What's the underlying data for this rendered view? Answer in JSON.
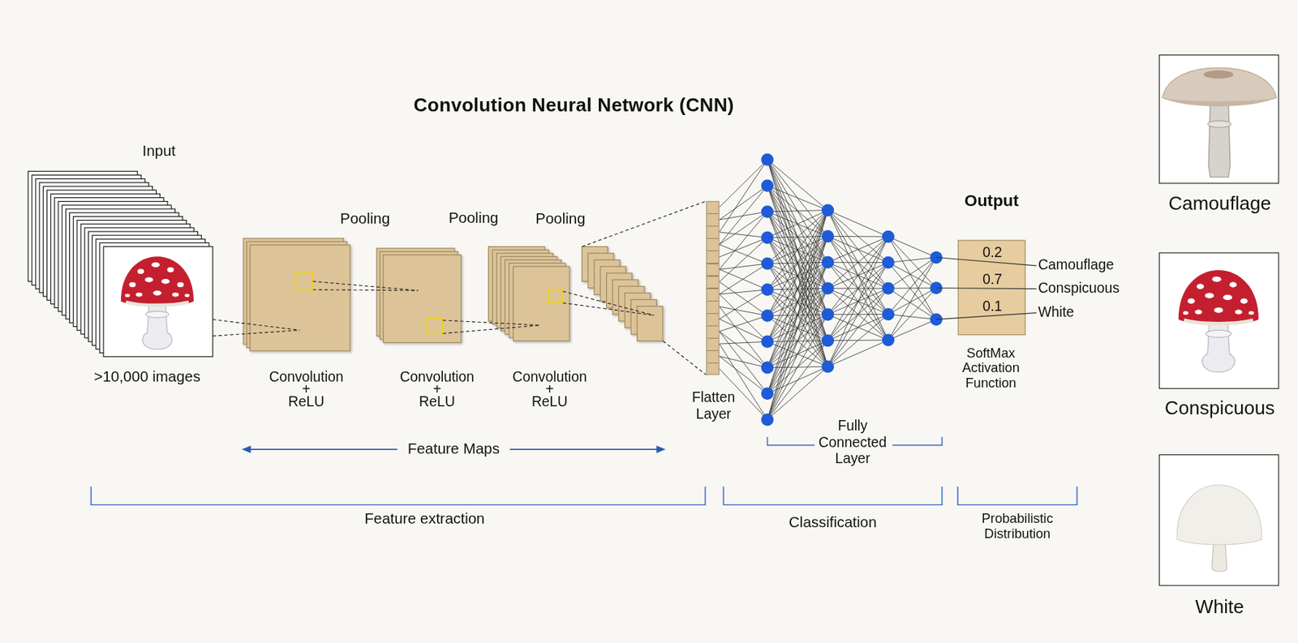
{
  "diagram": {
    "title": "Convolution Neural Network (CNN)",
    "nodes": [
      {
        "text": [
          "Flatten Layer"
        ]
      },
      {
        "text": [
          "0.2",
          "0.7",
          "0.1"
        ]
      },
      {
        "text": [
          "Camouflage"
        ]
      },
      {
        "text": [
          "Conspicuous"
        ]
      },
      {
        "text": [
          "White"
        ]
      }
    ],
    "labels": [
      "Input",
      "Pooling",
      "Pooling",
      "Pooling",
      ">10,000 images",
      "Convolution + ReLU",
      "Convolution + ReLU",
      "Convolution + ReLU",
      "Feature Maps",
      "Fully Connected Layer",
      "Output",
      "Camouflage",
      "Conspicuous",
      "White",
      "SoftMax Activation Function",
      "Feature extraction",
      "Classification",
      "Probabilistic Distribution"
    ]
  }
}
